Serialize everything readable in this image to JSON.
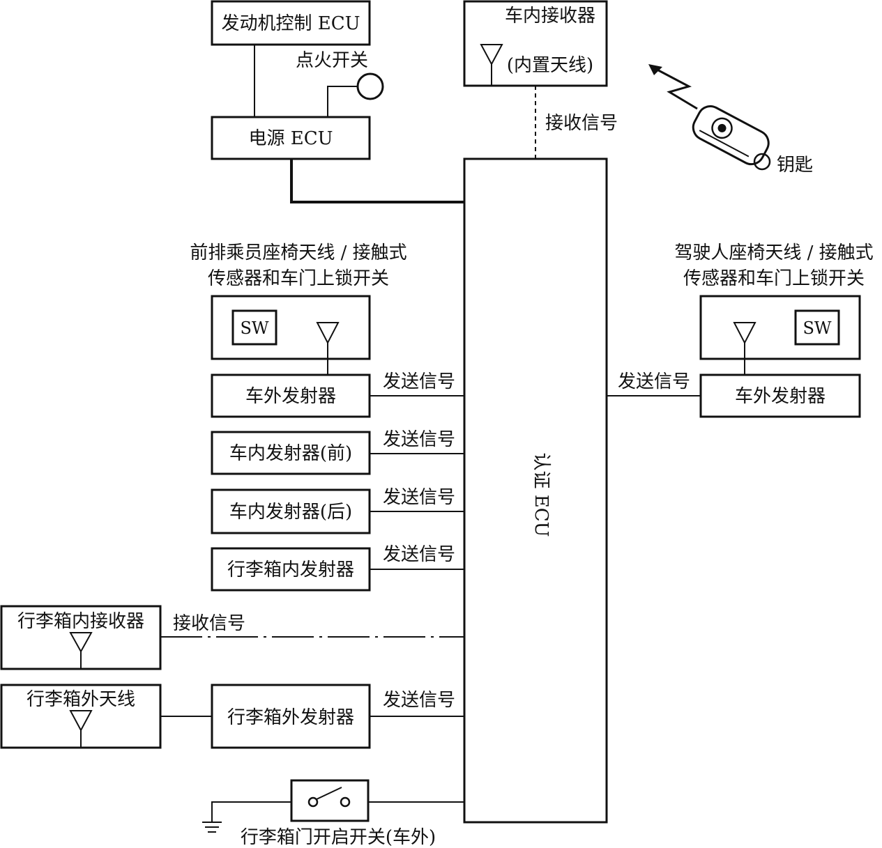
{
  "boxes": {
    "engine_ecu": "发动机控制 ECU",
    "ignition_switch": "点火开关",
    "power_ecu": "电源 ECU",
    "in_car_receiver": "车内接收器",
    "built_in_antenna": "(内置天线)",
    "receive_signal": "接收信号",
    "key": "钥匙",
    "auth_ecu": "认证 ECU",
    "front_passenger_title_1": "前排乘员座椅天线 / 接触式",
    "front_passenger_title_2": "传感器和车门上锁开关",
    "driver_title_1": "驾驶人座椅天线 / 接触式",
    "driver_title_2": "传感器和车门上锁开关",
    "sw_left": "SW",
    "sw_right": "SW",
    "outer_tx_left": "车外发射器",
    "outer_tx_right": "车外发射器",
    "inner_tx_front": "车内发射器(前)",
    "inner_tx_rear": "车内发射器(后)",
    "trunk_inner_tx": "行李箱内发射器",
    "trunk_inner_rx": "行李箱内接收器",
    "trunk_outer_antenna": "行李箱外天线",
    "trunk_outer_tx": "行李箱外发射器",
    "trunk_switch": "行李箱门开启开关(车外)"
  },
  "signals": {
    "send": "发送信号",
    "receive": "接收信号"
  }
}
